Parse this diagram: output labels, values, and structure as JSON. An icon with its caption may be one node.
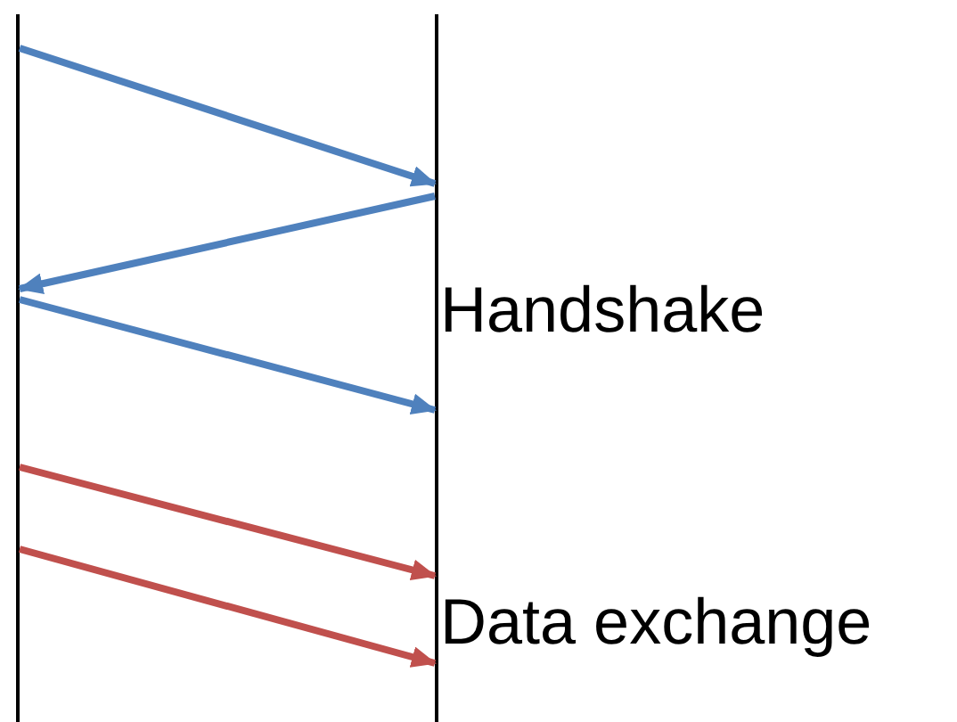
{
  "diagram": {
    "nodes": [
      {
        "text": [],
        "shape": "bar"
      },
      {
        "text": [],
        "shape": "bar"
      }
    ],
    "edges": [
      {
        "from": 0,
        "to": 1,
        "arrow": "to"
      },
      {
        "from": 1,
        "to": 0,
        "arrow": "to"
      },
      {
        "from": 0,
        "to": 1,
        "arrow": "to"
      },
      {
        "from": 0,
        "to": 1,
        "arrow": "to",
        "color": "#c0504d"
      },
      {
        "from": 0,
        "to": 1,
        "arrow": "to",
        "color": "#c0504d"
      }
    ],
    "labels": [
      "Handshake",
      "Data exchange"
    ]
  }
}
